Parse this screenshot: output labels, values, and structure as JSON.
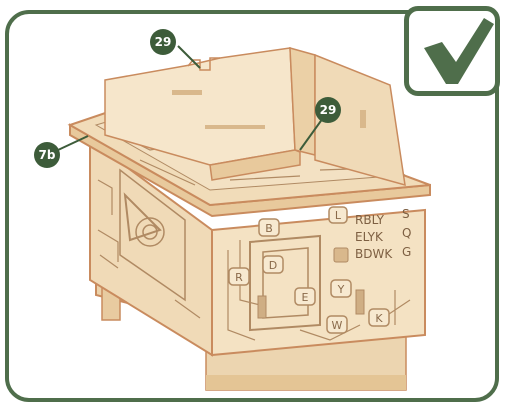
{
  "callouts": {
    "top_left_part": "29",
    "middle_part": "29",
    "left_part": "7b"
  },
  "status": {
    "icon": "check-icon",
    "color": "#4f6e4b"
  },
  "box_face": {
    "keys_left": [
      "B",
      "D",
      "R",
      "E",
      "W"
    ],
    "keys_right": [
      "L",
      "Y",
      "K"
    ],
    "code_lines": [
      "RBLY",
      "ELYK",
      "BDWK"
    ],
    "side_letters": [
      "S",
      "Q",
      "G"
    ]
  },
  "colors": {
    "frame": "#4f6e4b",
    "wood_light": "#f1dcb9",
    "wood_mid": "#e6c89c",
    "wood_edge": "#c98b5e",
    "engraving": "#b08a63"
  }
}
